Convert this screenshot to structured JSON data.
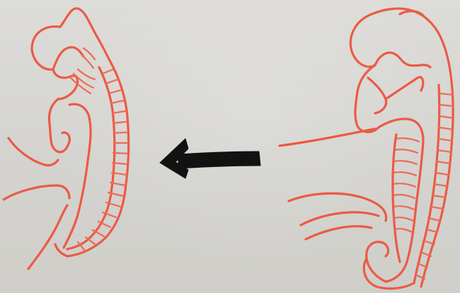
{
  "scene": {
    "description_free": true,
    "colors": {
      "paper": "#d6d5d1",
      "red_ink": "#ec5a45",
      "black_ink": "#121212"
    },
    "elements": [
      "left-embryo-sketch",
      "right-embryo-sketch",
      "leftward-arrow"
    ]
  }
}
